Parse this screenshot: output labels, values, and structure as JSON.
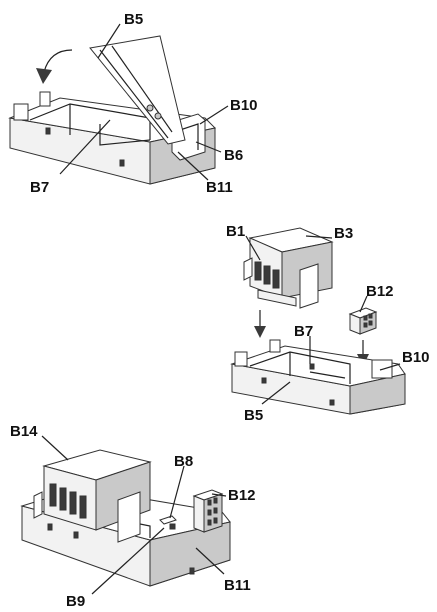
{
  "labels": {
    "b1": "B1",
    "b3": "B3",
    "b5": "B5",
    "b6": "B6",
    "b7": "B7",
    "b8": "B8",
    "b9": "B9",
    "b10": "B10",
    "b11": "B11",
    "b12": "B12",
    "b14": "B14"
  }
}
